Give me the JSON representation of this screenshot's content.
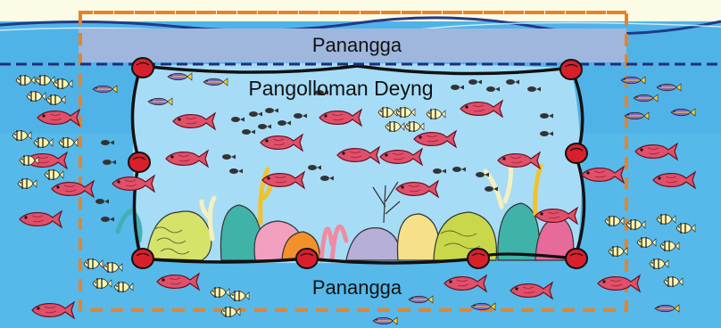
{
  "labels": {
    "top": "Panangga",
    "protected_area": "Pangolloman Deyng",
    "bottom": "Panangga"
  },
  "colors": {
    "sea": "#4fb3e8",
    "sea_light": "#8dd4f5",
    "protected_area": "#a7dcf7",
    "buffer_band": "#9fb7dd",
    "boundary": "#e8822a",
    "net": "#111111",
    "buoy": "#d8202c",
    "top_strip": "#fbfbe6",
    "red_fish": "#e0506a"
  },
  "icons": [
    "red-fish-icon",
    "striped-fish-icon",
    "blue-fish-icon",
    "tadpole-fish-icon",
    "buoy-icon",
    "coral-icon"
  ]
}
